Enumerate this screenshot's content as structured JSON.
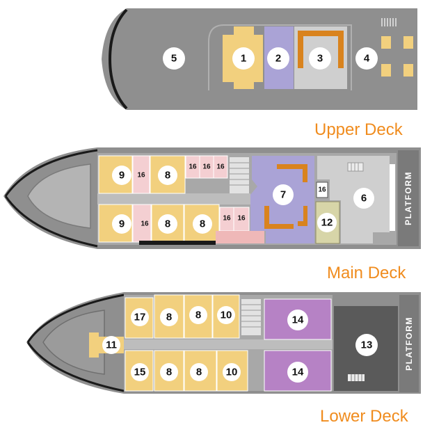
{
  "decks": {
    "upper": {
      "label": "Upper Deck"
    },
    "main": {
      "label": "Main Deck",
      "platform": "PLATFORM"
    },
    "lower": {
      "label": "Lower Deck",
      "platform": "PLATFORM"
    }
  },
  "rooms": {
    "upper": [
      "5",
      "1",
      "2",
      "3",
      "4"
    ],
    "main": [
      "9",
      "16",
      "8",
      "16",
      "16",
      "16",
      "9",
      "16",
      "8",
      "8",
      "16",
      "16",
      "7",
      "16",
      "12",
      "6"
    ],
    "lower": [
      "11",
      "17",
      "8",
      "8",
      "10",
      "15",
      "8",
      "8",
      "10",
      "14",
      "14",
      "13"
    ]
  },
  "colors": {
    "hull": "#8f8f8f",
    "deck_floor": "#a8a8a8",
    "cabin": "#f2d07e",
    "small_cabin": "#f4cfd2",
    "lounge": "#aaa3d6",
    "suite": "#b682c5",
    "label": "#f08c1e"
  }
}
